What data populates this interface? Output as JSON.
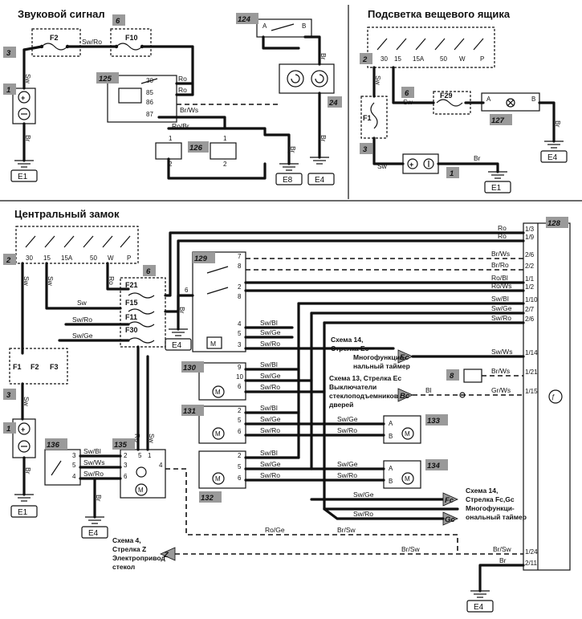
{
  "sections": {
    "horn": "Звуковой сигнал",
    "glovebox": "Подсветка вещевого ящика",
    "central_lock": "Центральный замок"
  },
  "badges": {
    "h3": "3",
    "h1": "1",
    "h6": "6",
    "h124": "124",
    "h125": "125",
    "h126": "126",
    "h24": "24",
    "g2": "2",
    "g6": "6",
    "g127": "127",
    "g3": "3",
    "g1": "1",
    "c2": "2",
    "c6": "6",
    "c3": "3",
    "c1": "1",
    "c128": "128",
    "c129": "129",
    "c130": "130",
    "c131": "131",
    "c132": "132",
    "c133": "133",
    "c134": "134",
    "c135": "135",
    "c136": "136",
    "c8": "8"
  },
  "grounds": {
    "h_e1": "E1",
    "h_e8": "E8",
    "h_e4": "E4",
    "g_e4": "E4",
    "g_e1": "E1",
    "c_e4a": "E4",
    "c_e1": "E1",
    "c_e4b": "E4",
    "c_e4c": "E4"
  },
  "fuses": {
    "h_f2": "F2",
    "h_f10": "F10",
    "g_f1": "F1",
    "g_f29": "F29",
    "c_f21": "F21",
    "c_f15": "F15",
    "c_f11": "F11",
    "c_f30": "F30",
    "c_f1": "F1",
    "c_f2": "F2",
    "c_f3": "F3"
  },
  "wires": {
    "sw": "Sw",
    "br": "Br",
    "ro": "Ro",
    "sw_ro": "Sw/Ro",
    "br_ws": "Br/Ws",
    "ro_br": "Ro/Br",
    "sw_ge": "Sw/Ge",
    "sw_bl": "Sw/Bl",
    "sw_ws": "Sw/Ws",
    "br_ro": "Br/Ro",
    "ro_bl": "Ro/Bl",
    "ro_ws": "Ro/Ws",
    "ro_ge": "Ro/Ge",
    "br_sw": "Br/Sw",
    "gr_ws": "Gr/Ws",
    "bl": "Bl"
  },
  "pins": {
    "p30": "30",
    "p15": "15",
    "p15a": "15A",
    "p50": "50",
    "pW": "W",
    "pP": "P",
    "p85": "85",
    "p86": "86",
    "p87": "87",
    "p1": "1",
    "p2": "2",
    "p3": "3",
    "p4": "4",
    "p5": "5",
    "p6": "6",
    "p7": "7",
    "p8": "8",
    "p9": "9",
    "p10": "10",
    "pA": "A",
    "pB": "B",
    "c13": "1/3",
    "c19": "1/9",
    "c26": "2/6",
    "c22": "2/2",
    "c11": "1/1",
    "c12": "1/2",
    "c110": "1/10",
    "c27": "2/7",
    "c114": "1/14",
    "c121": "1/21",
    "c115": "1/15",
    "c124": "1/24",
    "c211": "2/11"
  },
  "notes": {
    "n14ec_1": "Схема 14,",
    "n14ec_2": "Стрелка Ec",
    "n14ec_3": "Многофункцио-",
    "n14ec_4": "нальный таймер",
    "n13_1": "Схема 13, Стрелка Ec",
    "n13_2": "Выключатели",
    "n13_3": "стеклоподъемников",
    "n13_4": "дверей",
    "n14fc_1": "Схема 14,",
    "n14fc_2": "Стрелка Fc,Gc",
    "n14fc_3": "Многофункци-",
    "n14fc_4": "ональный таймер",
    "n4_1": "Схема 4,",
    "n4_2": "Стрелка Z",
    "n4_3": "Электропривод",
    "n4_4": "стекол"
  },
  "arrows": {
    "ec": "Ec",
    "bc": "Bc",
    "fc": "Fc",
    "gc": "Gc",
    "z": "Z"
  }
}
